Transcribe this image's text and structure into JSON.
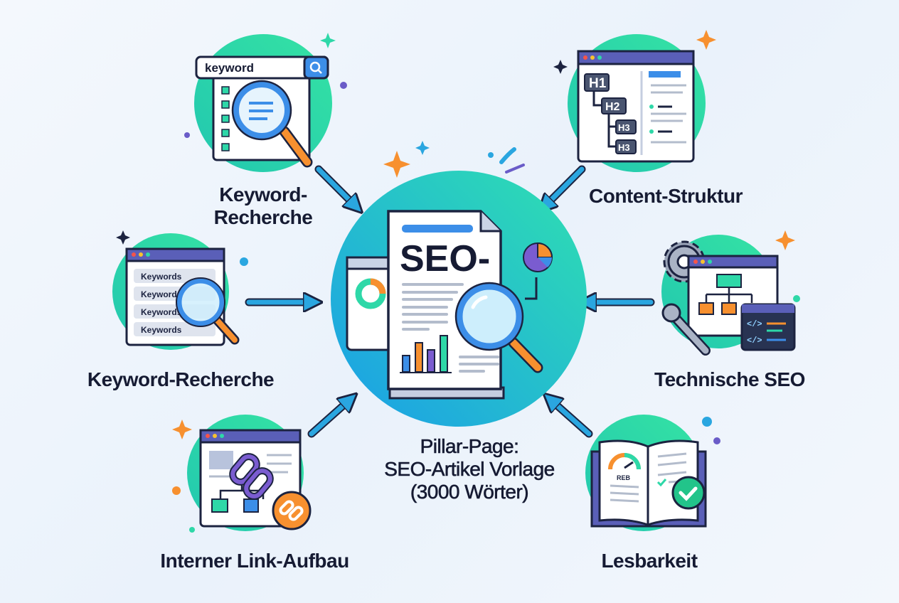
{
  "center": {
    "document_heading": "SEO-",
    "label_lines": [
      "Pillar-Page:",
      "SEO-Artikel Vorlage",
      "(3000 Wörter)"
    ]
  },
  "nodes": [
    {
      "id": "top-left",
      "label_lines": [
        "Keyword-",
        "Recherche"
      ],
      "search_text": "keyword",
      "icon": "magnifier-search-icon"
    },
    {
      "id": "top-right",
      "label": "Content-Struktur",
      "headings": [
        "H1",
        "H2",
        "H3",
        "H3"
      ],
      "icon": "heading-hierarchy-icon"
    },
    {
      "id": "mid-left",
      "label": "Keyword-Recherche",
      "list_items": [
        "Keywords",
        "Keywords",
        "Keywords",
        "Keywords"
      ],
      "icon": "keyword-list-icon"
    },
    {
      "id": "mid-right",
      "label": "Technische SEO",
      "code_glyph": "</>",
      "icon": "gear-wrench-icon"
    },
    {
      "id": "bottom-left",
      "label": "Interner Link-Aufbau",
      "icon": "chain-link-icon"
    },
    {
      "id": "bottom-right",
      "label": "Lesbarkeit",
      "gauge_text": "REB",
      "icon": "open-book-check-icon"
    }
  ],
  "colors": {
    "text": "#161b33",
    "circle_teal": "#2ed8a8",
    "circle_blue": "#1fa9e8",
    "arrow": "#2aa6e0",
    "accent_orange": "#f7902f",
    "accent_purple": "#7a5cd0",
    "outline": "#1c2340"
  }
}
